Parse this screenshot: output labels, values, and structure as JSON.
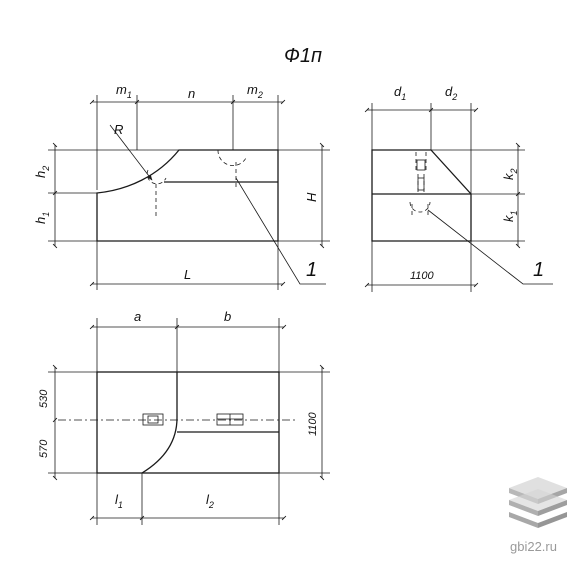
{
  "title": "Ф1п",
  "callout": "1",
  "dims": {
    "m1": "m",
    "m1_sub": "1",
    "n": "n",
    "m2": "m",
    "m2_sub": "2",
    "R": "R",
    "h2": "h",
    "h2_sub": "2",
    "h1": "h",
    "h1_sub": "1",
    "H": "H",
    "L": "L",
    "d1": "d",
    "d1_sub": "1",
    "d2": "d",
    "d2_sub": "2",
    "k2": "k",
    "k2_sub": "2",
    "k1": "k",
    "k1_sub": "1",
    "width_side": "1100",
    "a": "a",
    "b": "b",
    "v530": "530",
    "v570": "570",
    "v1100": "1100",
    "l1": "l",
    "l1_sub": "1",
    "l2": "l",
    "l2_sub": "2"
  },
  "watermark": "gbi22.ru"
}
